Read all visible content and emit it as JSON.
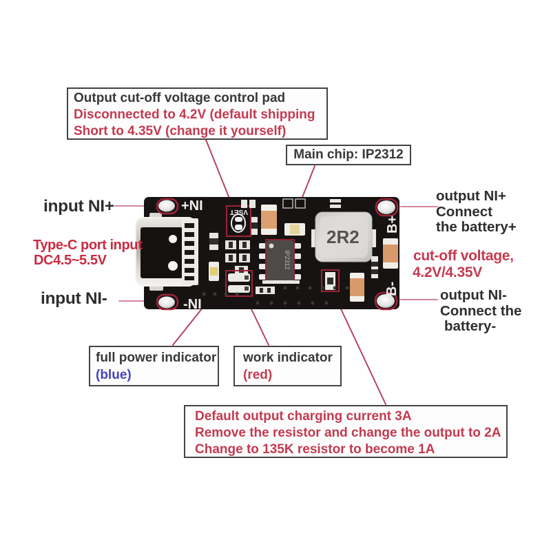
{
  "colors": {
    "accent_red_text": "#c43a50",
    "accent_red_left": "#c92b42",
    "blue_text": "#4543be",
    "dark_text": "#383838",
    "leader_line_pink": "#d4879c",
    "leader_line_crimson": "#b8445e",
    "pcb_black": "#171312",
    "pcb_highlight_red": "#9e2438",
    "inductor_gray": "#d6d5d3",
    "capacitor_tan": "#dc9f70"
  },
  "callouts": {
    "cutoff_pad": {
      "line1": "Output cut-off voltage control pad",
      "line2": "Disconnected to 4.2V (default shipping",
      "line3": "Short to 4.35V (change it yourself)"
    },
    "main_chip": {
      "label": "Main chip: IP2312"
    },
    "full_power": {
      "line1": "full power indicator",
      "line2": "(blue)"
    },
    "work": {
      "line1": "work indicator",
      "line2": "(red)"
    },
    "charging_current": {
      "line1": "Default output charging current 3A",
      "line2": "Remove the resistor and change the output to 2A",
      "line3": "Change to 135K resistor to become 1A"
    }
  },
  "labels": {
    "input_pos": "input NI+",
    "input_neg": "input NI-",
    "typec_line1": "Type-C port input",
    "typec_line2": "DC4.5~5.5V",
    "output_pos_line1": "output NI+",
    "output_pos_line2": "Connect",
    "output_pos_line3": "the battery+",
    "cutoff_line1": "cut-off voltage,",
    "cutoff_line2": "4.2V/4.35V",
    "output_neg_line1": "output NI-",
    "output_neg_line2": "Connect the",
    "output_neg_line3": "battery-"
  },
  "pcb": {
    "silk_input_pos": "+NI",
    "silk_input_neg": "-NI",
    "silk_battery_pos": "B+",
    "silk_battery_neg": "B-",
    "silk_vset": "VSET",
    "inductor_marking": "2R2",
    "chip_marking": "IP2312"
  }
}
